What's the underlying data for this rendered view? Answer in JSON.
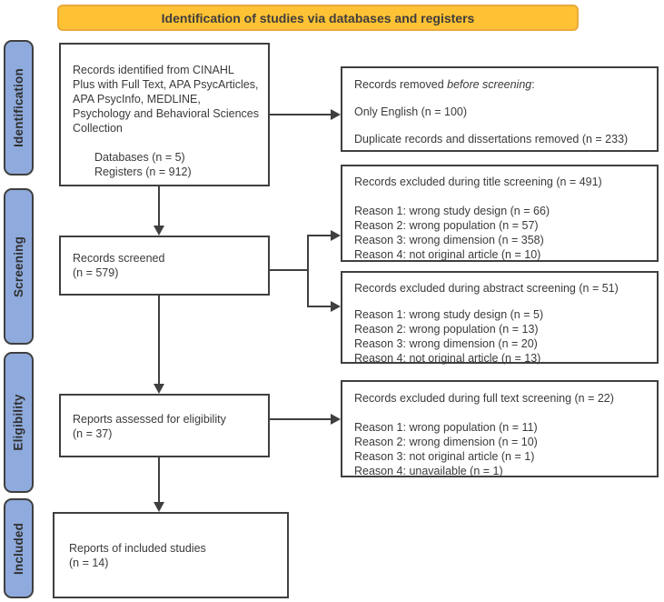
{
  "banner": {
    "title": "Identification of studies via databases and registers"
  },
  "colors": {
    "banner_fill": "#FFC234",
    "banner_border": "#E9A93C",
    "stage_fill": "#8FAADC",
    "box_border": "#3F3F3F",
    "line": "#3F3F3F",
    "text": "#3A3A3A"
  },
  "stages": {
    "identification": "Identification",
    "screening": "Screening",
    "eligibility": "Eligibility",
    "included": "Included"
  },
  "flow": {
    "identified": {
      "text": "Records identified from CINAHL Plus with Full Text, APA PsycArticles, APA PsycInfo, MEDLINE, Psychology and Behavioral Sciences Collection",
      "databases": "Databases (n = 5)",
      "registers": "Registers (n = 912)"
    },
    "screened": {
      "line1": "Records screened",
      "line2": "(n = 579)"
    },
    "assessed": {
      "line1": "Reports assessed for eligibility",
      "line2": "(n = 37)"
    },
    "included": {
      "line1": "Reports of included studies",
      "line2": "(n = 14)"
    }
  },
  "exclusions": {
    "removed": {
      "title_prefix": "Records removed ",
      "title_italic": "before screening",
      "title_suffix": ":",
      "item1": "Only English (n = 100)",
      "item2": "Duplicate records and dissertations removed  (n = 233)"
    },
    "title_screening": {
      "title": "Records excluded during title screening (n = 491)",
      "reasons": [
        "Reason 1: wrong study design (n = 66)",
        "Reason 2: wrong population (n = 57)",
        "Reason 3: wrong dimension (n = 358)",
        "Reason 4: not original article (n = 10)"
      ]
    },
    "abstract_screening": {
      "title": "Records excluded during abstract screening (n = 51)",
      "reasons": [
        "Reason 1: wrong study design (n = 5)",
        "Reason 2: wrong population (n = 13)",
        "Reason 3: wrong dimension (n = 20)",
        "Reason 4: not original article (n = 13)"
      ]
    },
    "fulltext_screening": {
      "title": "Records excluded during full text screening (n = 22)",
      "reasons": [
        "Reason 1: wrong population (n = 11)",
        "Reason 2: wrong dimension (n = 10)",
        "Reason 3: not original article (n = 1)",
        "Reason 4: unavailable (n = 1)"
      ]
    }
  }
}
